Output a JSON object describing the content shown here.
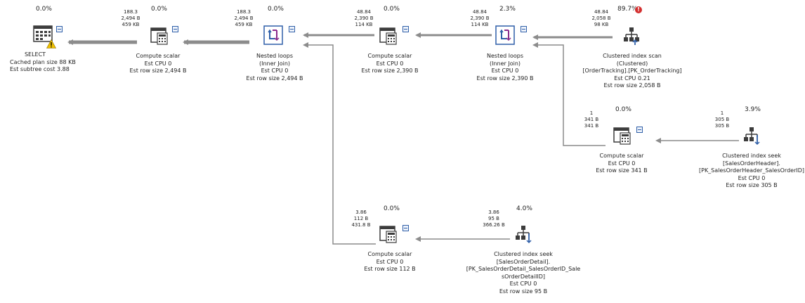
{
  "nodes": {
    "select": {
      "pct": "0.0%",
      "lines": [
        "SELECT",
        "Cached plan size  88 KB",
        "Est subtree cost  3.88"
      ]
    },
    "cs1": {
      "pct": "0.0%",
      "stats": [
        "188.3",
        "2,494 B",
        "459 KB"
      ],
      "lines": [
        "Compute scalar",
        "Est CPU  0",
        "Est row size  2,494 B"
      ]
    },
    "nl1": {
      "pct": "0.0%",
      "stats": [
        "188.3",
        "2,494 B",
        "459 KB"
      ],
      "lines": [
        "Nested loops",
        "(Inner Join)",
        "Est CPU  0",
        "Est row size  2,494 B"
      ]
    },
    "cs2": {
      "pct": "0.0%",
      "stats": [
        "48.84",
        "2,390 B",
        "114 KB"
      ],
      "lines": [
        "Compute scalar",
        "Est CPU  0",
        "Est row size  2,390 B"
      ]
    },
    "nl2": {
      "pct": "2.3%",
      "stats": [
        "48.84",
        "2,390 B",
        "114 KB"
      ],
      "lines": [
        "Nested loops",
        "(Inner Join)",
        "Est CPU  0",
        "Est row size  2,390 B"
      ]
    },
    "cis": {
      "pct": "89.7%",
      "stats": [
        "48.84",
        "2,058 B",
        "98 KB"
      ],
      "lines": [
        "Clustered index scan",
        "(Clustered)",
        "[OrderTracking].[PK_OrderTracking]",
        "Est CPU  0.21",
        "Est row size  2,058 B"
      ]
    },
    "cs3": {
      "pct": "0.0%",
      "stats": [
        "1",
        "341 B",
        "341 B"
      ],
      "lines": [
        "Compute scalar",
        "Est CPU  0",
        "Est row size  341 B"
      ]
    },
    "seek1": {
      "pct": "3.9%",
      "stats": [
        "1",
        "305 B",
        "305 B"
      ],
      "lines": [
        "Clustered index seek",
        "[SalesOrderHeader].",
        "[PK_SalesOrderHeader_SalesOrderID]",
        "Est CPU  0",
        "Est row size  305 B"
      ]
    },
    "cs4": {
      "pct": "0.0%",
      "stats": [
        "3.86",
        "112 B",
        "431.8 B"
      ],
      "lines": [
        "Compute scalar",
        "Est CPU  0",
        "Est row size  112 B"
      ]
    },
    "seek2": {
      "pct": "4.0%",
      "stats": [
        "3.86",
        "95 B",
        "366.26 B"
      ],
      "lines": [
        "Clustered index seek",
        "[SalesOrderDetail].",
        "[PK_SalesOrderDetail_SalesOrderID_Sale",
        "sOrderDetailID]",
        "Est CPU  0",
        "Est row size  95 B"
      ]
    }
  },
  "colors": {
    "arrow": "#8c8c8c",
    "icon_stroke": "#3c3c3c",
    "accent_blue": "#2f5fa8",
    "accent_purple": "#8b2a8b",
    "warning_yellow": "#f2c200",
    "warning_red": "#d32f2f"
  }
}
